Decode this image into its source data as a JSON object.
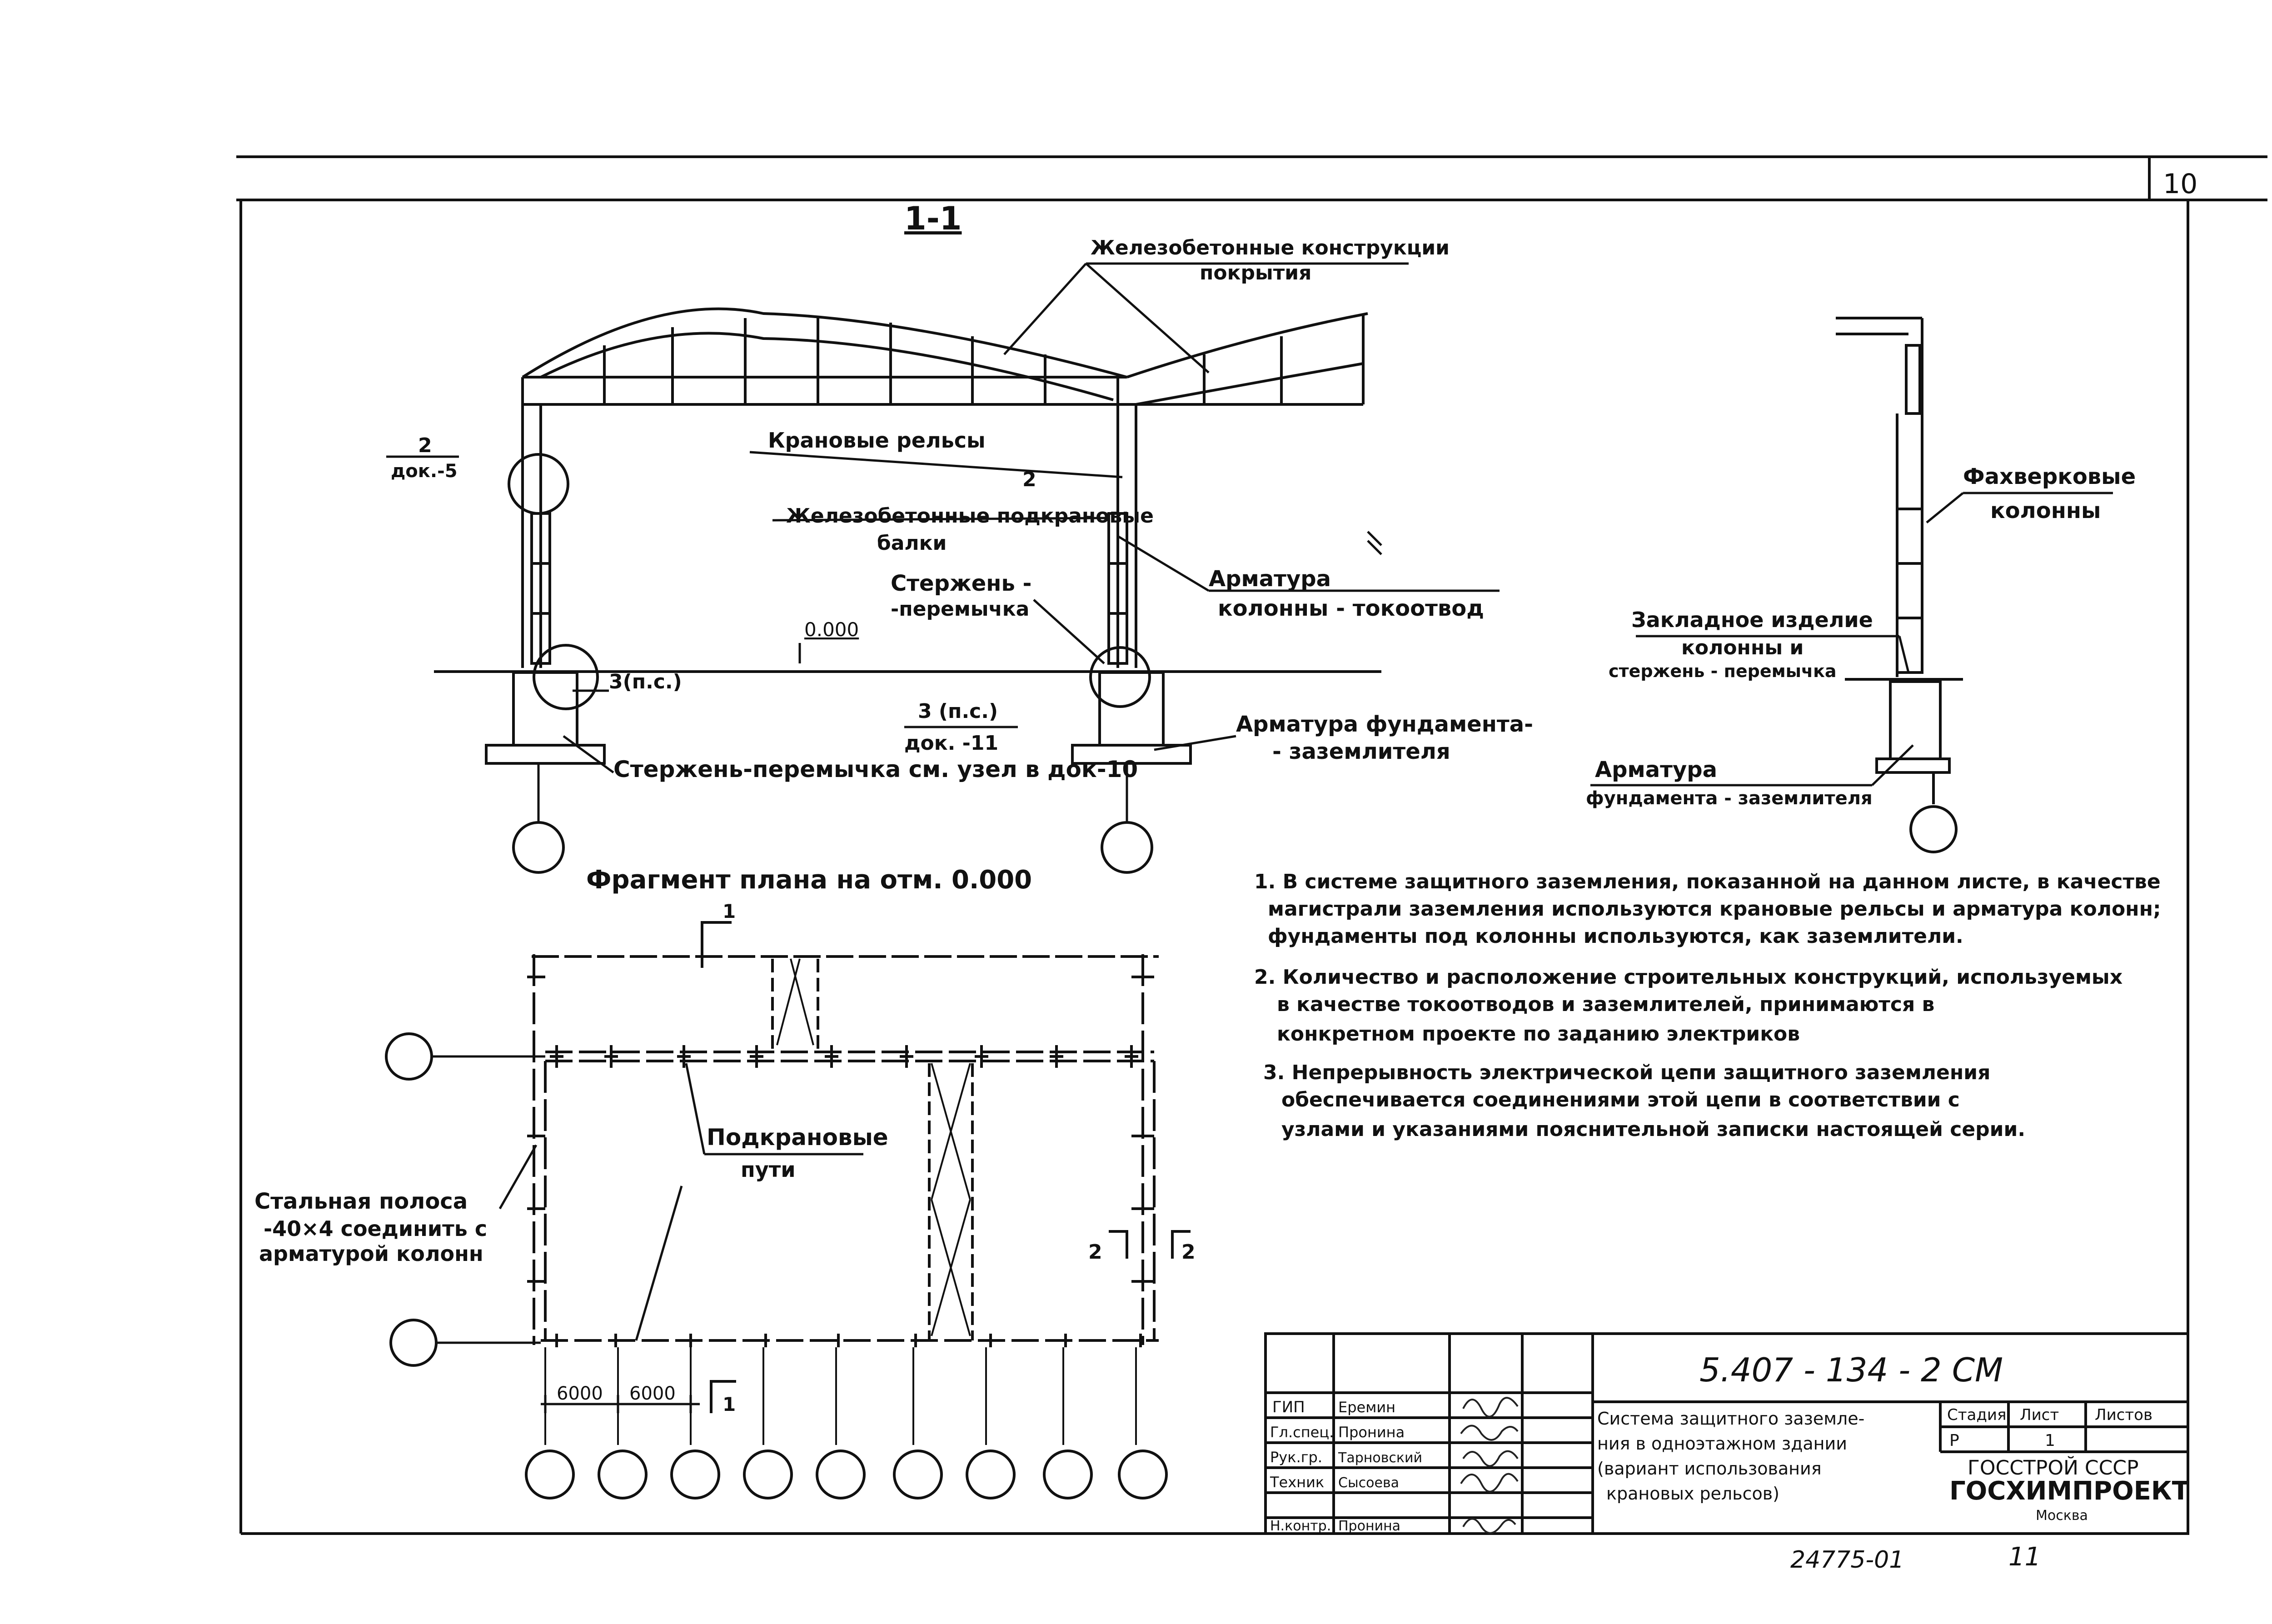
{
  "sheet_number_top": "10",
  "section_1_1": {
    "title": "1-1",
    "label_roof": [
      "Железобетонные конструкции",
      "покрытия"
    ],
    "label_crane_rails": "Крановые рельсы",
    "label_crane_beams": [
      "Железобетонные подкрановые",
      "балки"
    ],
    "label_rod_jumper": [
      "Стержень -",
      "-перемычка"
    ],
    "label_column_rebar": [
      "Арматура",
      "колонны - токоотвод"
    ],
    "label_foundation_rebar": [
      "Арматура фундамента-",
      "- заземлителя"
    ],
    "label_rod_note": "Стержень-перемычка см. узел в док-10",
    "callout_2_left": [
      "2",
      "док.-5"
    ],
    "callout_2_right": "2",
    "callout_3_left": "3(п.с.)",
    "callout_3_right": [
      "3 (п.с.)",
      "док. -11"
    ],
    "level_mark": "0.000"
  },
  "section_2_2": {
    "label_timber_columns": [
      "Фахверковые",
      "колонны"
    ],
    "label_embedded": [
      "Закладное изделие",
      "колонны и",
      "стержень - перемычка"
    ],
    "label_foundation_rebar": [
      "Арматура",
      "фундамента - заземлителя"
    ]
  },
  "plan": {
    "title": "Фрагмент плана на отм. 0.000",
    "label_crane_tracks": [
      "Подкрановые",
      "пути"
    ],
    "label_steel_strip": [
      "Стальная полоса",
      "-40×4 соединить с",
      "арматурой колонн"
    ],
    "section_mark_1": "1",
    "section_mark_2": "2",
    "dim_1": "6000",
    "dim_2": "6000"
  },
  "notes": [
    "1. В системе защитного заземления, показанной на данном листе, в качестве",
    "магистрали заземления используются крановые рельсы и арматура колонн;",
    "фундаменты под колонны используются, как заземлители.",
    "2. Количество и расположение строительных конструкций, используемых",
    "в качестве токоотводов и заземлителей, принимаются в",
    "конкретном проекте по заданию электриков",
    "3. Непрерывность электрической цепи защитного заземления",
    "обеспечивается соединениями этой цепи в соответствии с",
    "узлами и указаниями пояснительной записки настоящей серии."
  ],
  "title_block": {
    "designation": "5.407 - 134 - 2 СМ",
    "roles": [
      {
        "role": "ГИП",
        "name": "Еремин"
      },
      {
        "role": "Гл.спец.",
        "name": "Пронина"
      },
      {
        "role": "Рук.гр.",
        "name": "Тарновский"
      },
      {
        "role": "Техник",
        "name": "Сысоева"
      },
      {
        "role": "",
        "name": ""
      },
      {
        "role": "Н.контр.",
        "name": "Пронина"
      }
    ],
    "description": [
      "Система защитного заземле-",
      "ния в одноэтажном здании",
      "(вариант использования",
      "крановых рельсов)"
    ],
    "stage_header": "Стадия",
    "sheet_header": "Лист",
    "sheets_header": "Листов",
    "stage_value": "Р",
    "sheet_value": "1",
    "org_1": "ГОССТРОЙ СССР",
    "org_2": "ГОСХИМПРОЕКТ",
    "city": "Москва"
  },
  "footer": {
    "inventory_number": "24775-01",
    "page_number": "11"
  }
}
